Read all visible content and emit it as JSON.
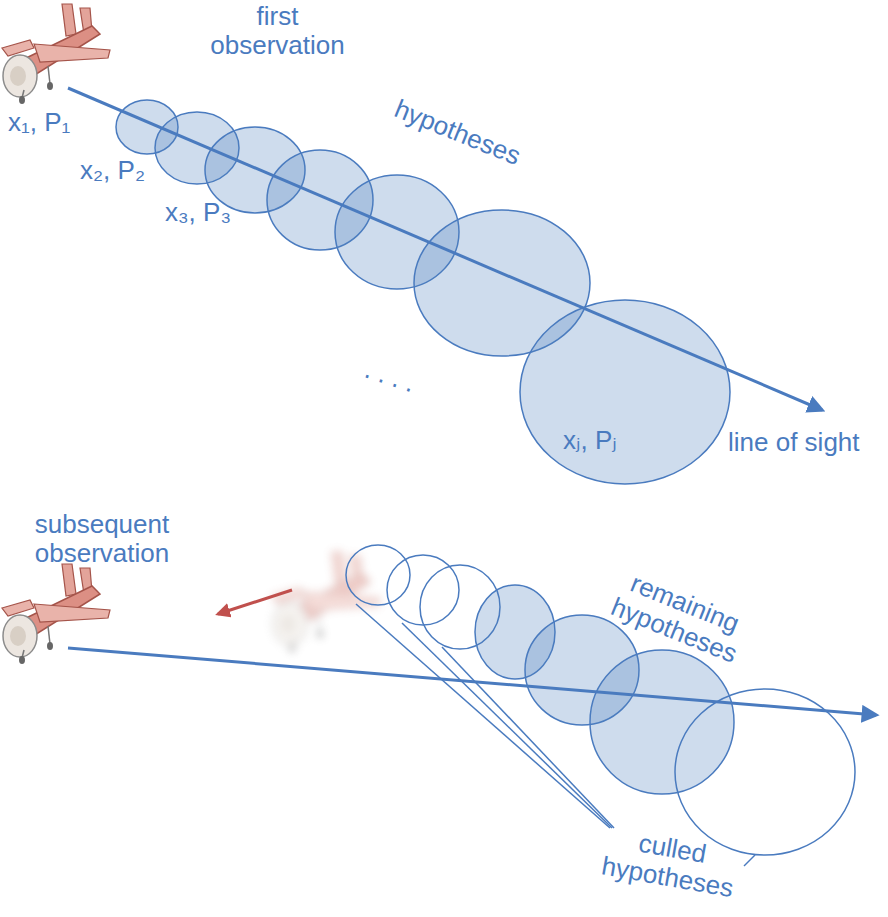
{
  "diagram": {
    "labels": [
      "first observation",
      "hypotheses",
      "x₁, P₁",
      "x₂, P₂",
      "x₃, P₃",
      ". . . .",
      "xⱼ, Pⱼ",
      "line of sight",
      "subsequent observation",
      "remaining hypotheses",
      "culled hypotheses"
    ]
  }
}
